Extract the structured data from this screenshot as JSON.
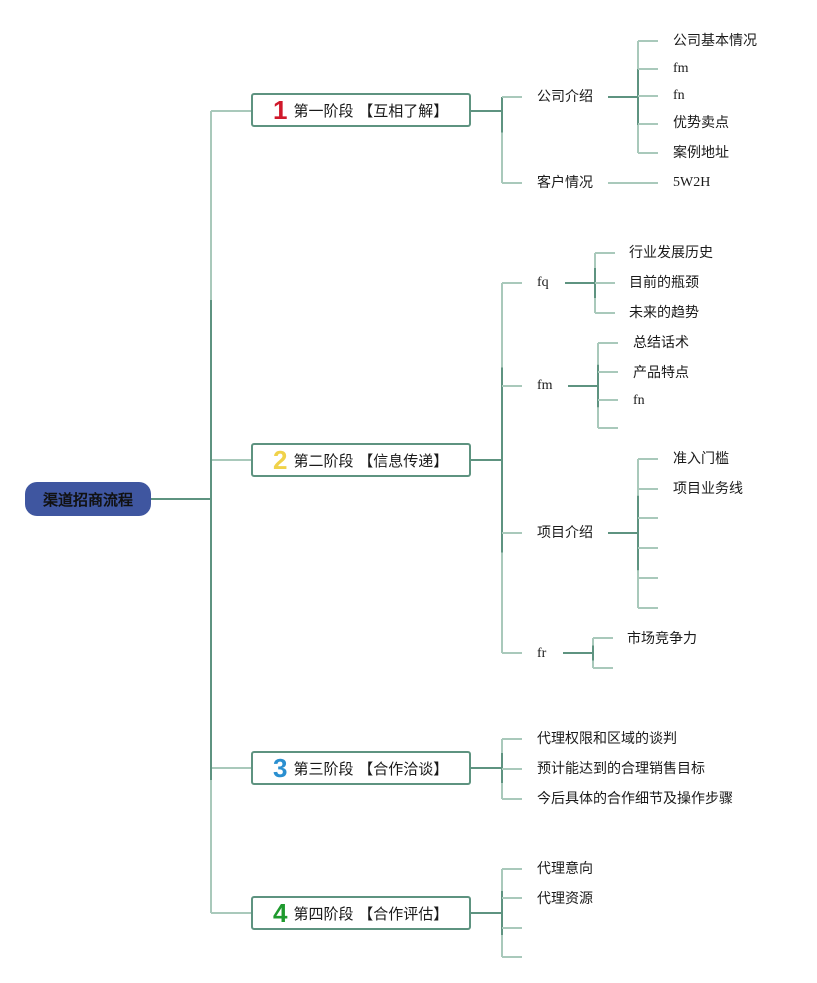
{
  "root": {
    "label": "渠道招商流程",
    "color": "#3f56a0"
  },
  "colors": {
    "line_main": "#5e9380",
    "line_light": "#a9c9bb",
    "stage_border": "#5e9380"
  },
  "stages": [
    {
      "number": "1",
      "number_color": "#d0192b",
      "label": "第一阶段 【互相了解】",
      "children": [
        {
          "label": "公司介绍",
          "children": [
            "公司基本情况",
            "fm",
            "fn",
            "优势卖点",
            "案例地址"
          ]
        },
        {
          "label": "客户情况",
          "children": [
            "5W2H"
          ]
        }
      ]
    },
    {
      "number": "2",
      "number_color": "#f0d24a",
      "label": "第二阶段 【信息传递】",
      "children": [
        {
          "label": "fq",
          "children": [
            "行业发展历史",
            "目前的瓶颈",
            "未来的趋势"
          ]
        },
        {
          "label": "fm",
          "children": [
            "总结话术",
            "产品特点",
            "fn",
            ""
          ]
        },
        {
          "label": "项目介绍",
          "children": [
            "准入门槛",
            "项目业务线",
            "",
            "",
            "",
            ""
          ]
        },
        {
          "label": "fr",
          "children": [
            "市场竞争力",
            ""
          ]
        }
      ]
    },
    {
      "number": "3",
      "number_color": "#2a8fd0",
      "label": "第三阶段 【合作洽谈】",
      "children": [
        {
          "label": "代理权限和区域的谈判"
        },
        {
          "label": "预计能达到的合理销售目标"
        },
        {
          "label": "今后具体的合作细节及操作步骤"
        }
      ]
    },
    {
      "number": "4",
      "number_color": "#1f9a2e",
      "label": "第四阶段 【合作评估】",
      "children": [
        {
          "label": "代理意向"
        },
        {
          "label": "代理资源"
        },
        {
          "label": ""
        },
        {
          "label": ""
        }
      ]
    }
  ]
}
